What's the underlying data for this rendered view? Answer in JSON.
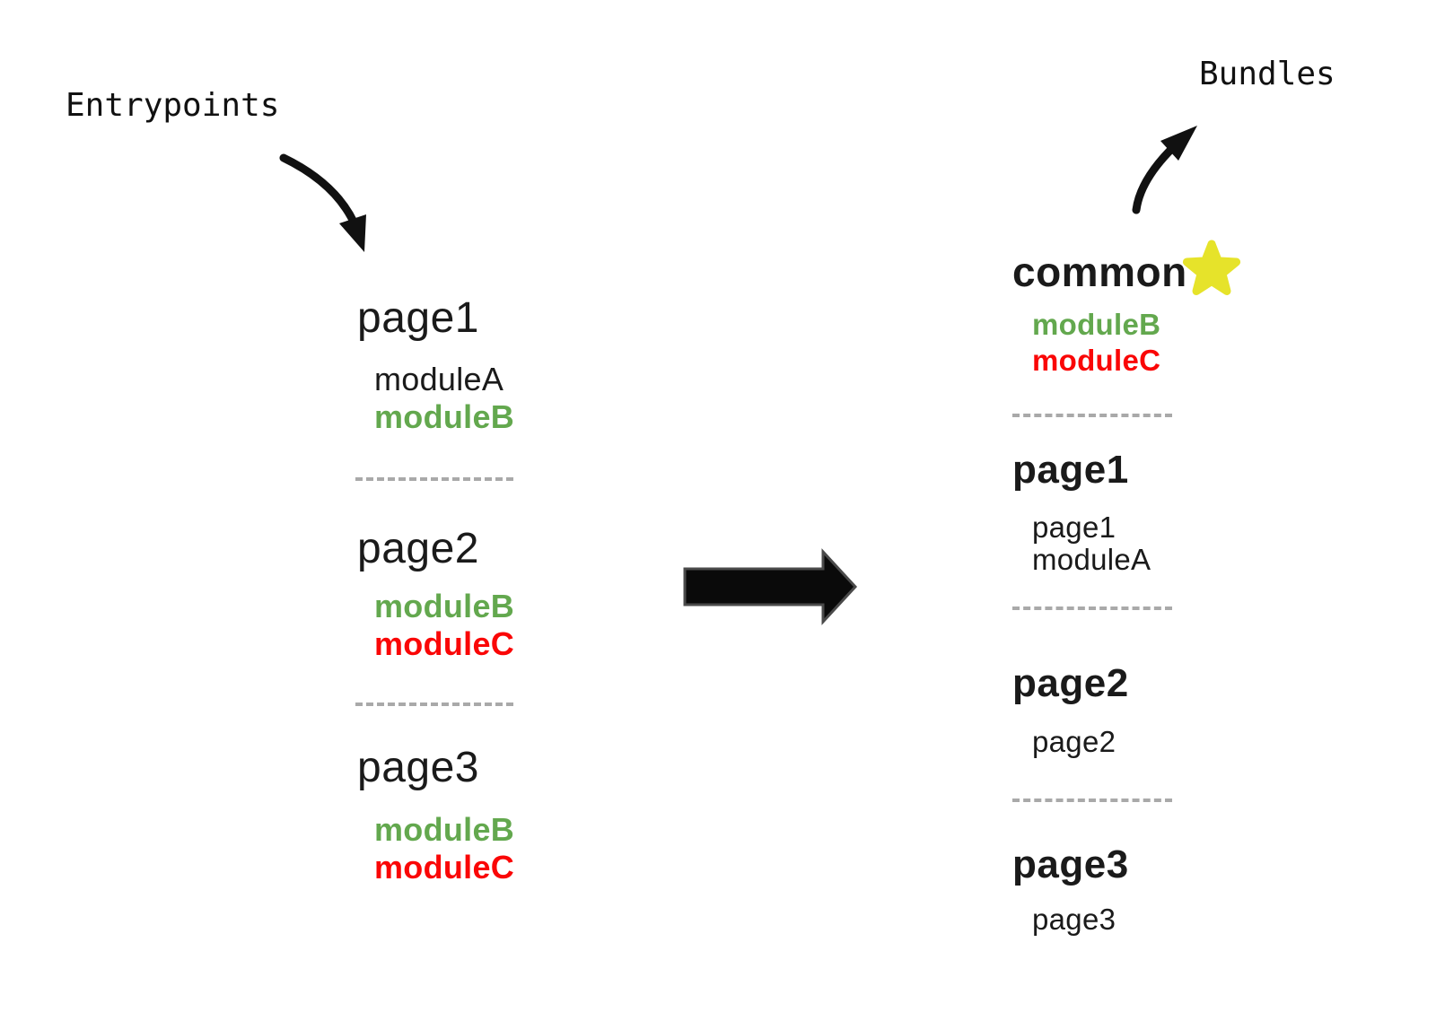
{
  "colors": {
    "ink": "#111111",
    "text": "#1a1a1a",
    "green": "#63A84E",
    "red": "#FA0606",
    "star_yellow": "#E6E32A",
    "dash_gray": "#A9A9A9",
    "arrow_fill": "#0A0A0A",
    "arrow_outline": "#4A4A4A"
  },
  "labels": {
    "entrypoints": "Entrypoints",
    "bundles": "Bundles"
  },
  "icons": {
    "star-icon": "rounded-five-point-star",
    "entry-arrow-icon": "curved-arrow-down-right",
    "bundles-arrow-icon": "curved-arrow-up-right",
    "transform-arrow-icon": "thick-right-block-arrow"
  },
  "entrypoints": {
    "sections": [
      {
        "title": "page1",
        "modules": [
          {
            "name": "moduleA",
            "color": "text",
            "emphasis": false
          },
          {
            "name": "moduleB",
            "color": "green",
            "emphasis": true
          }
        ]
      },
      {
        "title": "page2",
        "modules": [
          {
            "name": "moduleB",
            "color": "green",
            "emphasis": true
          },
          {
            "name": "moduleC",
            "color": "red",
            "emphasis": true
          }
        ]
      },
      {
        "title": "page3",
        "modules": [
          {
            "name": "moduleB",
            "color": "green",
            "emphasis": true
          },
          {
            "name": "moduleC",
            "color": "red",
            "emphasis": true
          }
        ]
      }
    ]
  },
  "bundles": {
    "sections": [
      {
        "title": "common",
        "starred": true,
        "modules": [
          {
            "name": "moduleB",
            "color": "green",
            "emphasis": true
          },
          {
            "name": "moduleC",
            "color": "red",
            "emphasis": true
          }
        ]
      },
      {
        "title": "page1",
        "starred": false,
        "modules": [
          {
            "name": "page1",
            "color": "text",
            "emphasis": false
          },
          {
            "name": "moduleA",
            "color": "text",
            "emphasis": false
          }
        ]
      },
      {
        "title": "page2",
        "starred": false,
        "modules": [
          {
            "name": "page2",
            "color": "text",
            "emphasis": false
          }
        ]
      },
      {
        "title": "page3",
        "starred": false,
        "modules": [
          {
            "name": "page3",
            "color": "text",
            "emphasis": false
          }
        ]
      }
    ]
  }
}
